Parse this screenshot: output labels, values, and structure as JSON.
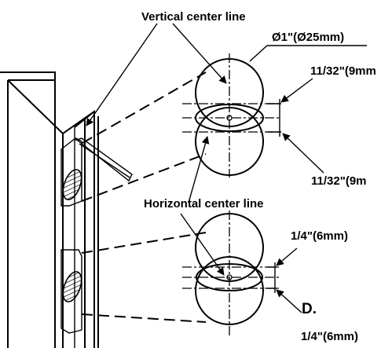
{
  "labels": {
    "vertical_center_line": "Vertical center line",
    "horizontal_center_line": "Horizontal center line",
    "diameter": "Ø1\"(Ø25mm)",
    "upper_dim_top": "11/32\"(9mm",
    "upper_dim_bottom": "11/32\"(9m",
    "lower_dim_top": "1/4\"(6mm)",
    "lower_dim_bottom": "1/4\"(6mm)",
    "step_letter": "D."
  }
}
